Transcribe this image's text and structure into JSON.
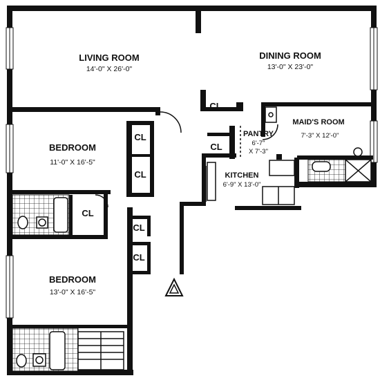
{
  "rooms": {
    "living": {
      "name": "LIVING ROOM",
      "dims": "14'-0\" X 26'-0\""
    },
    "dining": {
      "name": "DINING ROOM",
      "dims": "13'-0\" X 23'-0\""
    },
    "maids": {
      "name": "MAID'S ROOM",
      "dims": "7'-3\" X 12'-0\""
    },
    "pantry": {
      "name": "PANTRY",
      "dims1": "6'-7\"",
      "dims2": "X 7'-3\""
    },
    "kitchen": {
      "name": "KITCHEN",
      "dims": "6'-9\" X 13'-0\""
    },
    "bedroom1": {
      "name": "BEDROOM",
      "dims": "11'-0\" X 16'-5\""
    },
    "bedroom2": {
      "name": "BEDROOM",
      "dims": "13'-0\" X 16'-5\""
    }
  },
  "closets": {
    "label": "CL"
  }
}
